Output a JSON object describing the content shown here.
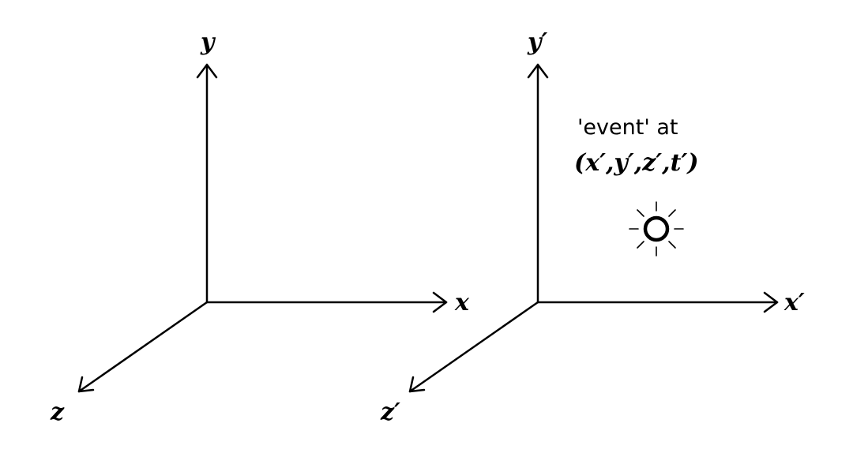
{
  "colors": {
    "ink": "#000000",
    "background": "#ffffff"
  },
  "frame_unprimed": {
    "x_label": "x",
    "y_label": "y",
    "z_label": "z"
  },
  "frame_primed": {
    "x_label": "x′",
    "y_label": "y′",
    "z_label": "z′"
  },
  "event": {
    "label": "'event' at",
    "coords": "(x′,y′,z′,t′)",
    "icon": "event-flash-icon"
  }
}
